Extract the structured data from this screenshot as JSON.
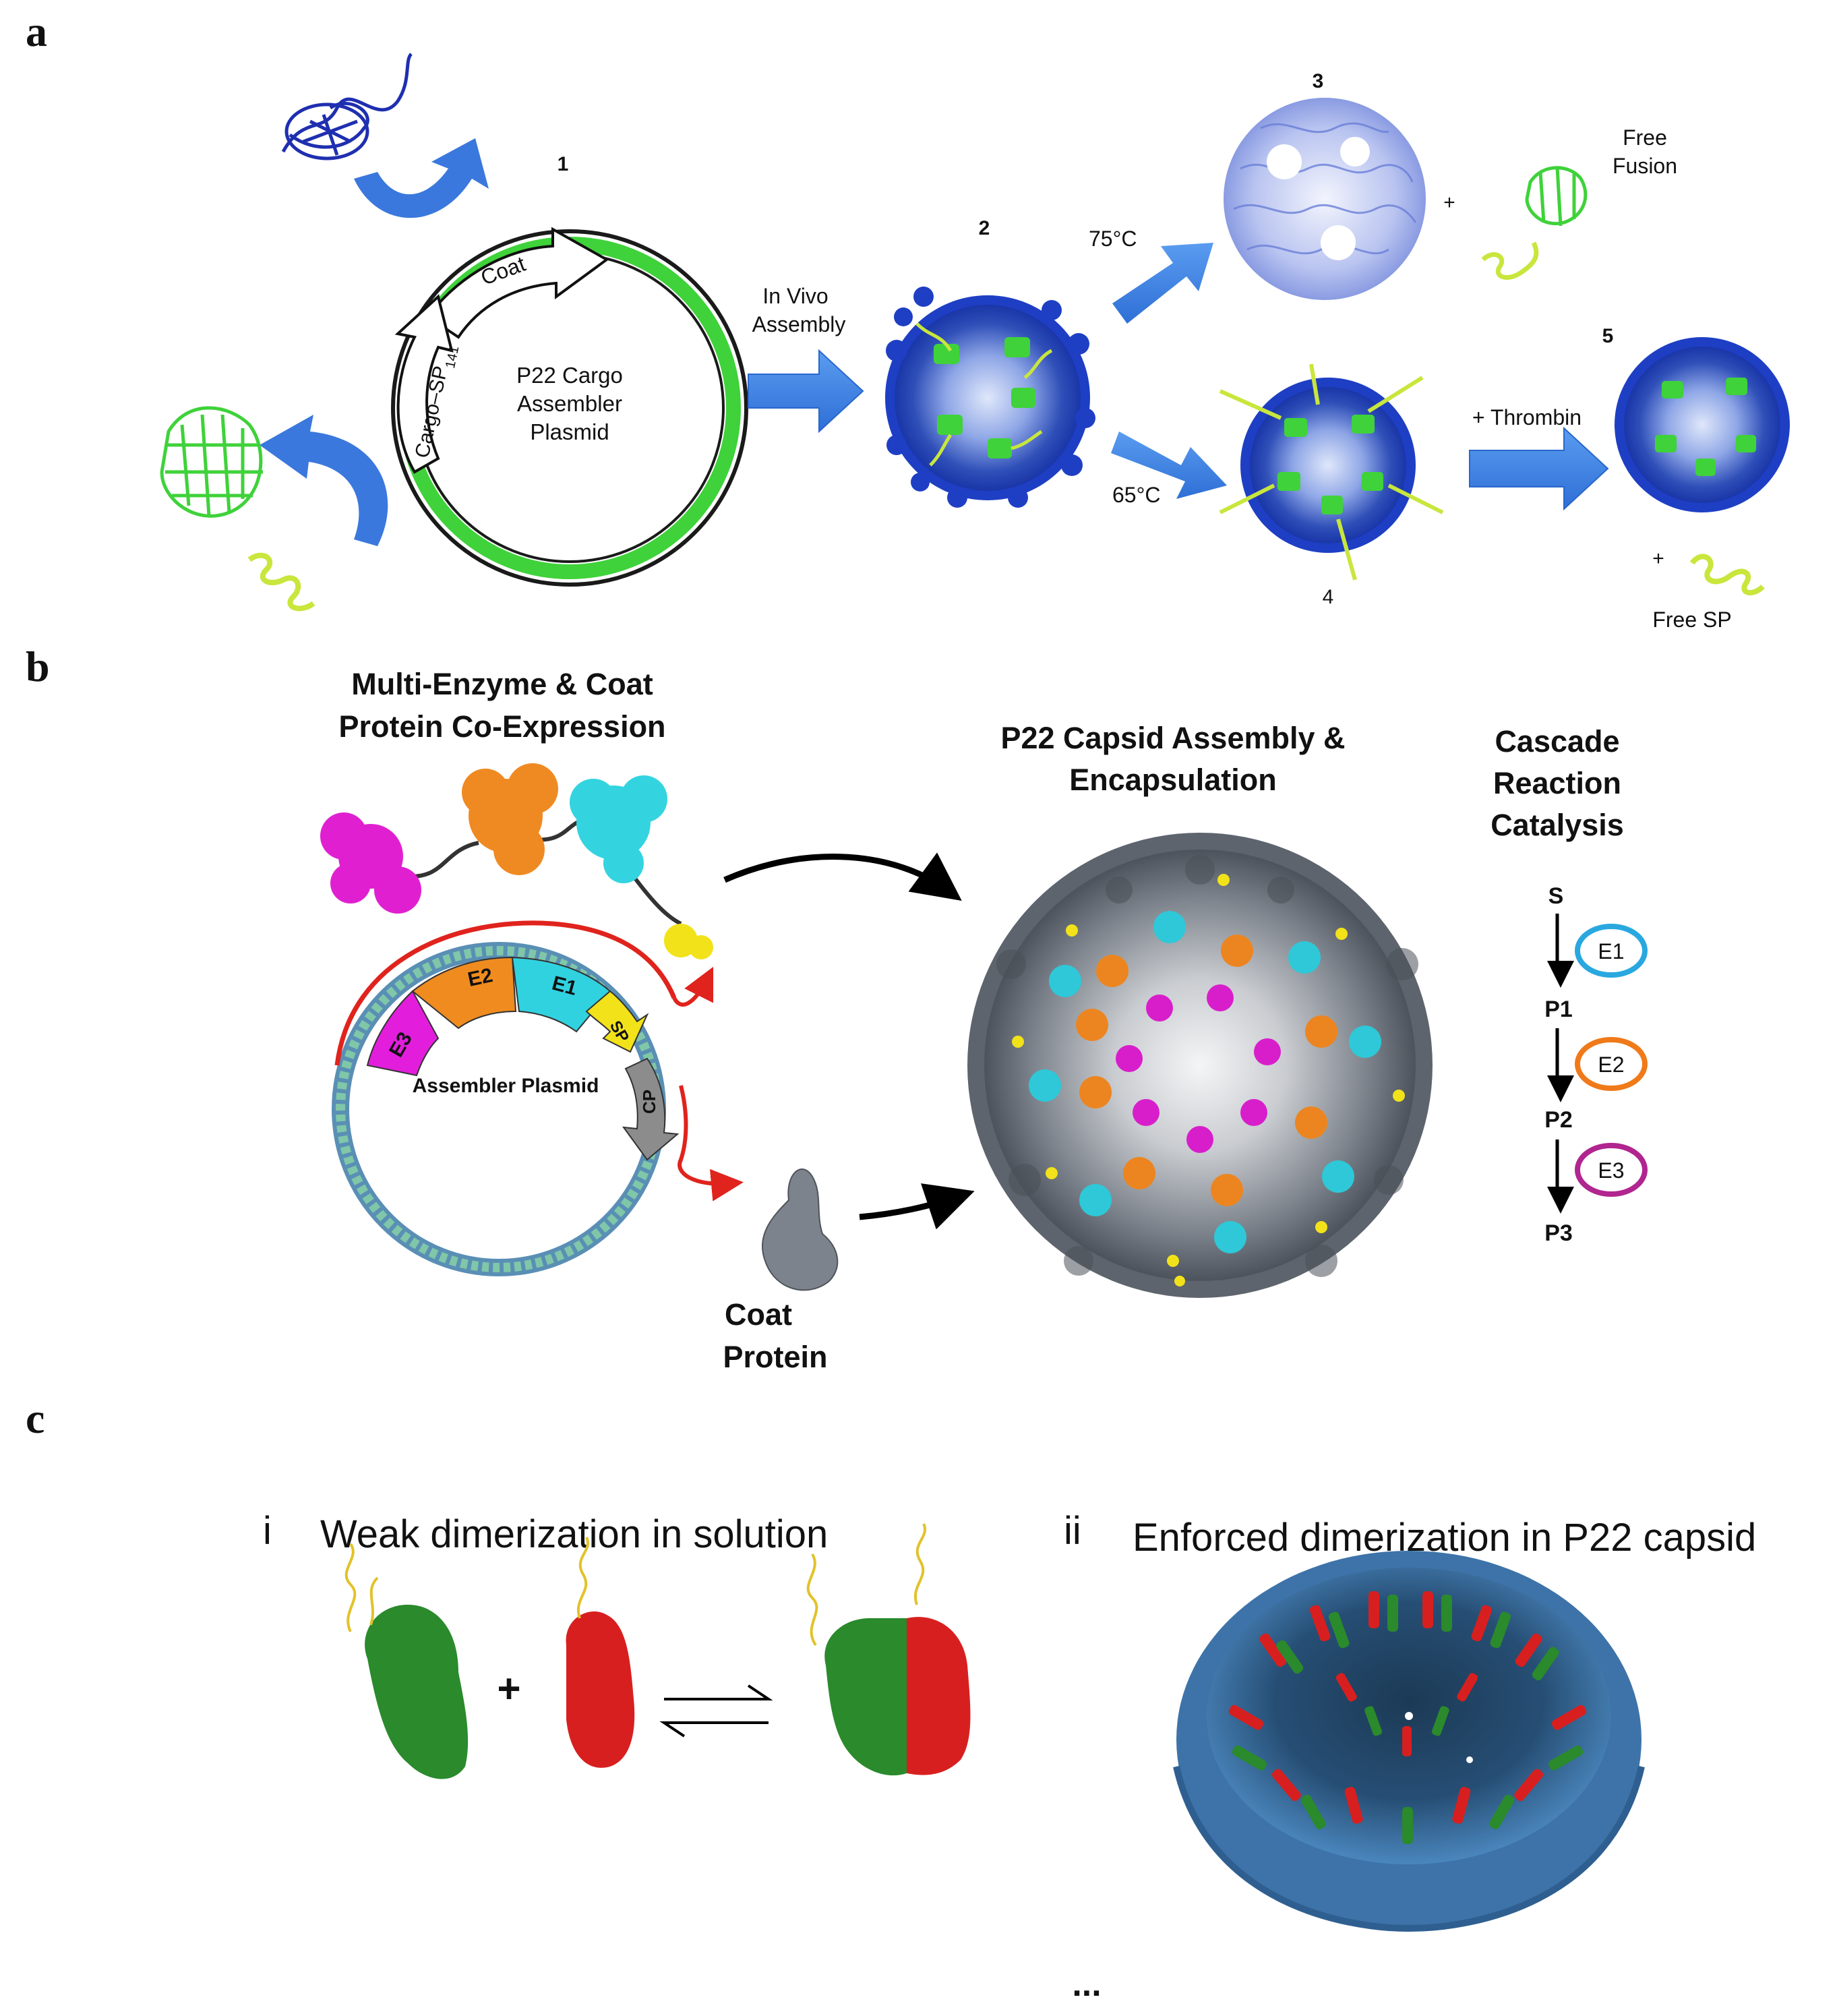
{
  "panels": {
    "a": {
      "label": "a",
      "step_numbers": [
        "1",
        "2",
        "3",
        "4",
        "5"
      ],
      "plasmid": {
        "genes": {
          "coat": "Coat",
          "cargo": "Cargo–SP",
          "cargo_sub": "141"
        },
        "label_lines": [
          "P22 Cargo",
          "Assembler",
          "Plasmid"
        ]
      },
      "in_vivo_lines": [
        "In Vivo",
        "Assembly"
      ],
      "temp_high": "75°C",
      "temp_low": "65°C",
      "thrombin": "+ Thrombin",
      "plus": "+",
      "free_fusion_lines": [
        "Free",
        "Fusion"
      ],
      "free_sp": "Free SP"
    },
    "b": {
      "label": "b",
      "coexpr_title_lines": [
        "Multi-Enzyme & Coat",
        "Protein Co-Expression"
      ],
      "capsid_title_lines": [
        "P22 Capsid Assembly &",
        "Encapsulation"
      ],
      "cascade_title_lines": [
        "Cascade",
        "Reaction",
        "Catalysis"
      ],
      "genes": [
        "E3",
        "E2",
        "E1",
        "SP",
        "CP"
      ],
      "plasmid_label": "Assembler Plasmid",
      "coat_protein_lines": [
        "Coat",
        "Protein"
      ],
      "cascade": {
        "species": [
          "S",
          "P1",
          "P2",
          "P3"
        ],
        "enzymes": [
          {
            "name": "E1",
            "color": "#29a8e0"
          },
          {
            "name": "E2",
            "color": "#f07a1a"
          },
          {
            "name": "E3",
            "color": "#b0258f"
          }
        ]
      }
    },
    "c": {
      "label": "c",
      "i_numeral": "i",
      "i_title": "Weak dimerization in solution",
      "ii_numeral": "ii",
      "ii_title": "Enforced dimerization in P22 capsid",
      "plus": "+",
      "ellipsis": "..."
    }
  },
  "colors": {
    "arrow_blue": "#3b7fe0",
    "capsid_blue": "#2e55c8",
    "cargo_green": "#3fd23a",
    "capsid_gray": "#6f7580",
    "red_arrow": "#e0231d",
    "magenta": "#d21ec8",
    "orange": "#e8821c",
    "cyan": "#2cc6d6",
    "yellow": "#e8d81a",
    "dark_green": "#2a8a2c",
    "red_protein": "#d81f1f",
    "capsid_steel": "#3d73a8"
  }
}
